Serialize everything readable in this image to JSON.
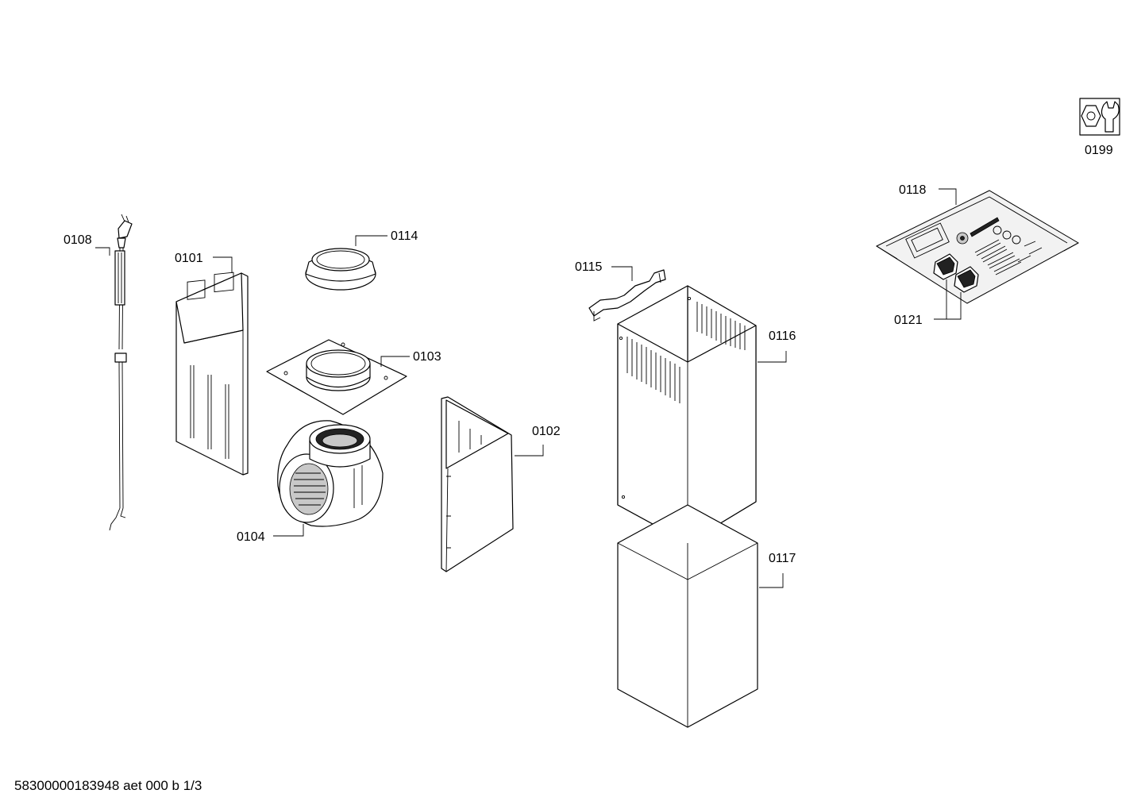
{
  "parts": {
    "p0101": "0101",
    "p0102": "0102",
    "p0103": "0103",
    "p0104": "0104",
    "p0108": "0108",
    "p0114": "0114",
    "p0115": "0115",
    "p0116": "0116",
    "p0117": "0117",
    "p0118": "0118",
    "p0121": "0121",
    "p0199": "0199"
  },
  "footer": {
    "drawing_id": "58300000183948 aet 000 b 1/3"
  },
  "icons": {
    "tools": "wrench-nut-icon"
  }
}
